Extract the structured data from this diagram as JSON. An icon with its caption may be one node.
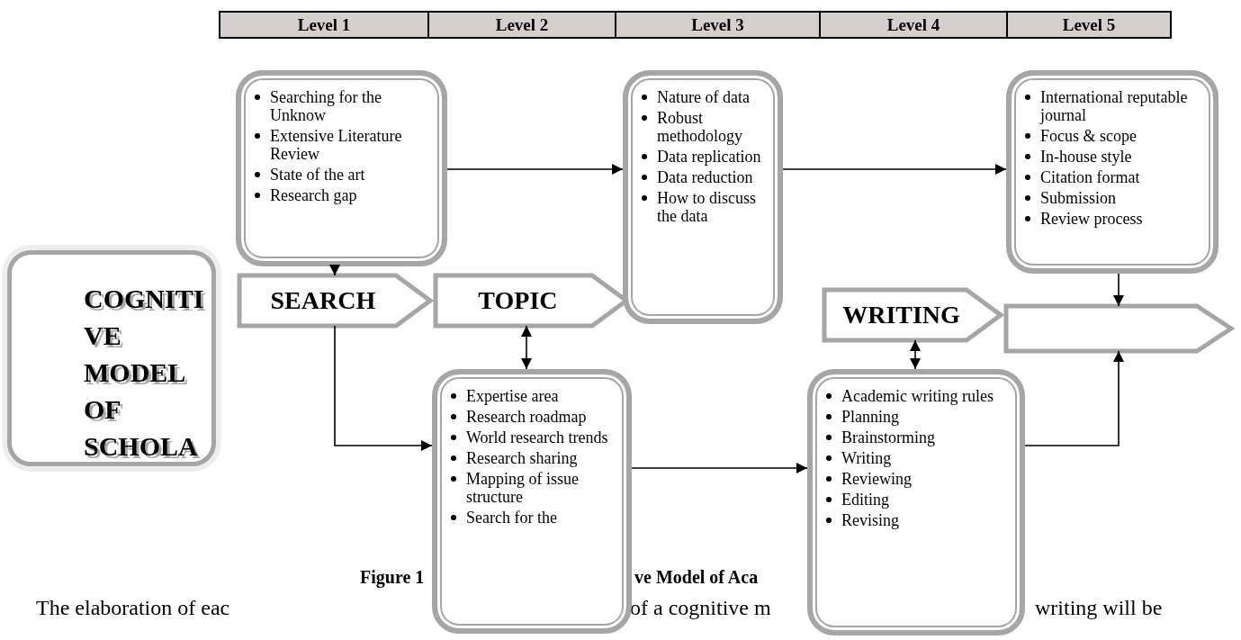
{
  "diagram": {
    "nodes": [
      {
        "text": [
          "COGNITI VE MODEL OF SCHOLA"
        ]
      },
      {
        "text": [
          "Searching for the Unknow",
          "Extensive Literature Review",
          "State of the  art",
          "Research gap"
        ]
      },
      {
        "text": [
          "SEARCH"
        ]
      },
      {
        "text": [
          "TOPIC"
        ]
      },
      {
        "text": [
          "Nature of data",
          "Robust methodology",
          "Data replication",
          "Data reduction",
          "How to discuss the data"
        ]
      },
      {
        "text": [
          "WRITING"
        ]
      },
      {
        "text": [
          "International reputable journal",
          "Focus & scope",
          "In-house style",
          "Citation format",
          "Submission",
          "Review process"
        ]
      },
      {
        "text": [],
        "shape": "chevron"
      },
      {
        "text": [
          "Expertise area",
          "Research roadmap",
          "World research trends",
          "Research sharing",
          "Mapping of issue structure",
          "Search for the"
        ]
      },
      {
        "text": [
          "Academic writing rules",
          "Planning",
          "Brainstorming",
          "Writing",
          "Reviewing",
          "Editing",
          "Revising"
        ]
      }
    ],
    "edges": [
      {
        "from": 1,
        "to": 4,
        "arrow": "to"
      },
      {
        "from": 1,
        "to": 2,
        "arrow": "to"
      },
      {
        "from": 3,
        "to": 8,
        "arrow": "both"
      },
      {
        "from": 2,
        "to": 8,
        "arrow": "to"
      },
      {
        "from": 4,
        "to": 6,
        "arrow": "to"
      },
      {
        "from": 5,
        "to": 9,
        "arrow": "both"
      },
      {
        "from": 8,
        "to": 9,
        "arrow": "to"
      },
      {
        "from": 9,
        "to": 7,
        "arrow": "to"
      },
      {
        "from": 6,
        "to": 7,
        "arrow": "to"
      }
    ],
    "labels": [
      "Level 1",
      "Level 2",
      "Level 3",
      "Level 4",
      "Level 5",
      "Figure 1",
      "ve Model of Aca",
      "The elaboration of eac",
      "of a cognitive m",
      "writing will be"
    ]
  }
}
